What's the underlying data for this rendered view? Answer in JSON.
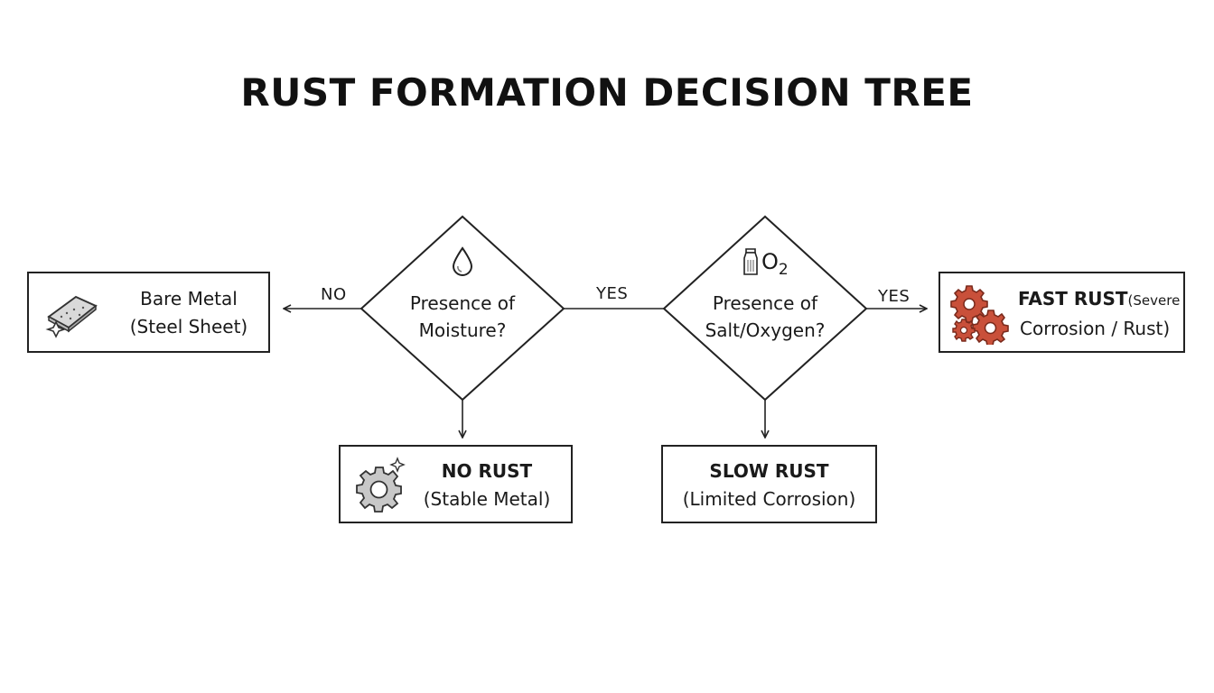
{
  "title": "RUST FORMATION DECISION TREE",
  "nodes": {
    "start": {
      "line1": "Bare Metal",
      "line2": "(Steel Sheet)",
      "icon": "steel-sheet-icon"
    },
    "moisture": {
      "line1": "Presence of",
      "line2": "Moisture?",
      "icon": "water-drop-icon"
    },
    "salt_oxygen": {
      "line1": "Presence of",
      "line2": "Salt/Oxygen?",
      "icon": "salt-shaker-icon",
      "icon_text": "O",
      "icon_sub": "2"
    },
    "no_rust": {
      "line1": "NO RUST",
      "line2": "(Stable Metal)",
      "icon": "gear-icon"
    },
    "slow_rust": {
      "line1": "SLOW RUST",
      "line2": "(Limited Corrosion)"
    },
    "fast_rust": {
      "line1_main": "FAST RUST",
      "line1_small": "(Severe",
      "line2": "Corrosion / Rust)",
      "icon": "rusty-gears-icon"
    }
  },
  "edges": {
    "moisture_no": "NO",
    "moisture_yes": "YES",
    "salt_yes": "YES"
  },
  "colors": {
    "stroke": "#222222",
    "rust": "#c9503a",
    "gear_gray": "#c8c8c8"
  }
}
